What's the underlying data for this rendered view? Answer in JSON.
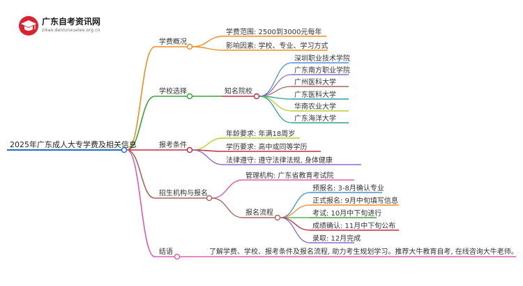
{
  "logo": {
    "title": "广东自考资讯网",
    "subtitle": "zikao.danlunxuelee.org.cn"
  },
  "colors": {
    "root": "#1e6ec0",
    "fees": "#f28c1e",
    "school": "#3aa335",
    "req": "#c4283e",
    "org": "#a4655a",
    "end": "#e05ab0",
    "teal": "#2aa198",
    "purple": "#8e6bd1",
    "lime": "#b5cf2a",
    "gold": "#e5b41c",
    "blue2": "#4a8fd8"
  },
  "root": {
    "label": "2025年广东成人大专学费及相关信息"
  },
  "branches": {
    "fees": {
      "label": "学费概况",
      "items": [
        "学费范围: 2500到3000元每年",
        "影响因素: 学校、专业、学习方式"
      ]
    },
    "school": {
      "label": "学校选择",
      "sub": "知名院校",
      "items": [
        "深圳职业技术学院",
        "广东南方职业学院",
        "广州医科大学",
        "广东医科大学",
        "华南农业大学",
        "广东海洋大学"
      ]
    },
    "req": {
      "label": "报考条件",
      "items": [
        "年龄要求: 年满18周岁",
        "学历要求: 高中或同等学历",
        "法律遵守: 遵守法律法规, 身体健康"
      ]
    },
    "org": {
      "label": "招生机构与报名",
      "manage": "管理机构: 广东省教育考试院",
      "sub": "报名流程",
      "items": [
        "预报名: 3-8月确认专业",
        "正式报名: 9月中旬填写信息",
        "考试: 10月中下旬进行",
        "成绩确认: 11月中下旬公布",
        "录取: 12月完成"
      ]
    },
    "end": {
      "label": "结语",
      "text": "了解学费、学校、报考条件及报名流程, 助力考生规划学习。推荐大牛教育自考, 在线咨询大牛老师。"
    }
  }
}
